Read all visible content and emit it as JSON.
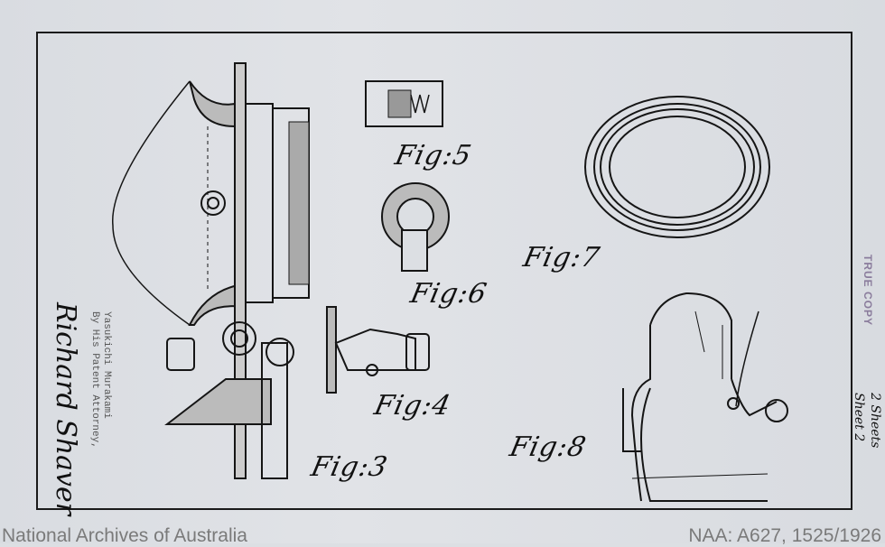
{
  "figures": {
    "fig3": "Fig:3",
    "fig4": "Fig:4",
    "fig5": "Fig:5",
    "fig6": "Fig:6",
    "fig7": "Fig:7",
    "fig8": "Fig:8"
  },
  "inventor": {
    "line1": "Yasukichi Murakami",
    "line2": "By His Patent Attorney,"
  },
  "signature": "Richard Shaver",
  "sheet_note": {
    "line1": "2 Sheets",
    "line2": "Sheet 2"
  },
  "stamp": "TRUE COPY",
  "footer": {
    "left": "National Archives of Australia",
    "right": "NAA: A627, 1525/1926"
  }
}
